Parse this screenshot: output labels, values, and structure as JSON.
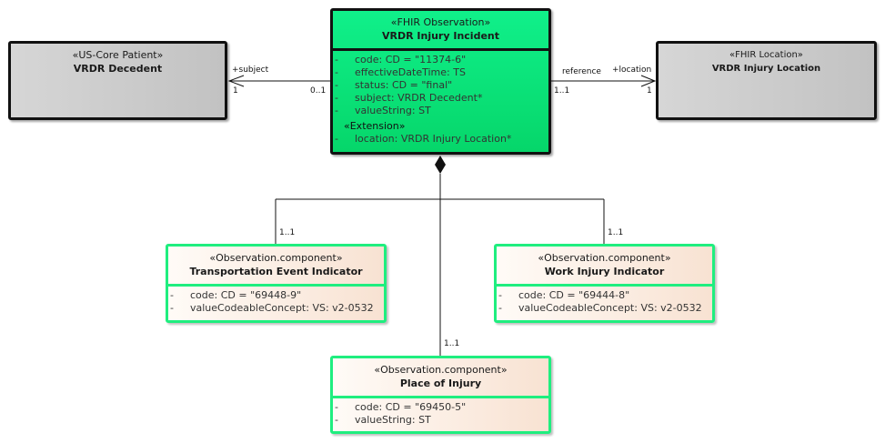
{
  "diagram": {
    "classes": {
      "decedent": {
        "stereotype": "«US-Core Patient»",
        "name": "VRDR Decedent"
      },
      "location": {
        "stereotype": "«FHIR Location»",
        "name": "VRDR Injury Location"
      },
      "incident": {
        "stereotype": "«FHIR Observation»",
        "name": "VRDR Injury Incident",
        "attributes": [
          {
            "vis": "-",
            "text": "code: CD = \"11374-6\""
          },
          {
            "vis": "-",
            "text": "effectiveDateTime: TS"
          },
          {
            "vis": "-",
            "text": "status: CD = \"final\""
          },
          {
            "vis": "-",
            "text": "subject: VRDR Decedent*"
          },
          {
            "vis": "-",
            "text": "valueString: ST"
          }
        ],
        "extension_stereotype": "«Extension»",
        "extension_attributes": [
          {
            "vis": "-",
            "text": "location: VRDR Injury Location*"
          }
        ]
      },
      "transport": {
        "stereotype": "«Observation.component»",
        "name": "Transportation Event Indicator",
        "attributes": [
          {
            "vis": "-",
            "text": "code: CD = \"69448-9\""
          },
          {
            "vis": "-",
            "text": "valueCodeableConcept: VS: v2-0532"
          }
        ]
      },
      "work": {
        "stereotype": "«Observation.component»",
        "name": "Work Injury Indicator",
        "attributes": [
          {
            "vis": "-",
            "text": "code: CD = \"69444-8\""
          },
          {
            "vis": "-",
            "text": "valueCodeableConcept: VS: v2-0532"
          }
        ]
      },
      "place": {
        "stereotype": "«Observation.component»",
        "name": "Place of Injury",
        "attributes": [
          {
            "vis": "-",
            "text": "code: CD = \"69450-5\""
          },
          {
            "vis": "-",
            "text": "valueString: ST"
          }
        ]
      }
    },
    "associations": {
      "subject": {
        "role": "+subject",
        "target_mult": "1",
        "source_mult": "0..1"
      },
      "location": {
        "name": "reference",
        "role": "+location",
        "source_mult": "1..1",
        "target_mult": "1"
      },
      "components": {
        "transport_mult": "1..1",
        "work_mult": "1..1",
        "place_mult": "1..1"
      }
    },
    "colors": {
      "observation_fill": "#0be57a",
      "component_border": "#1fee7f",
      "component_fill": "#f8e2d2",
      "reference_fill": "#c8c8c8"
    }
  }
}
